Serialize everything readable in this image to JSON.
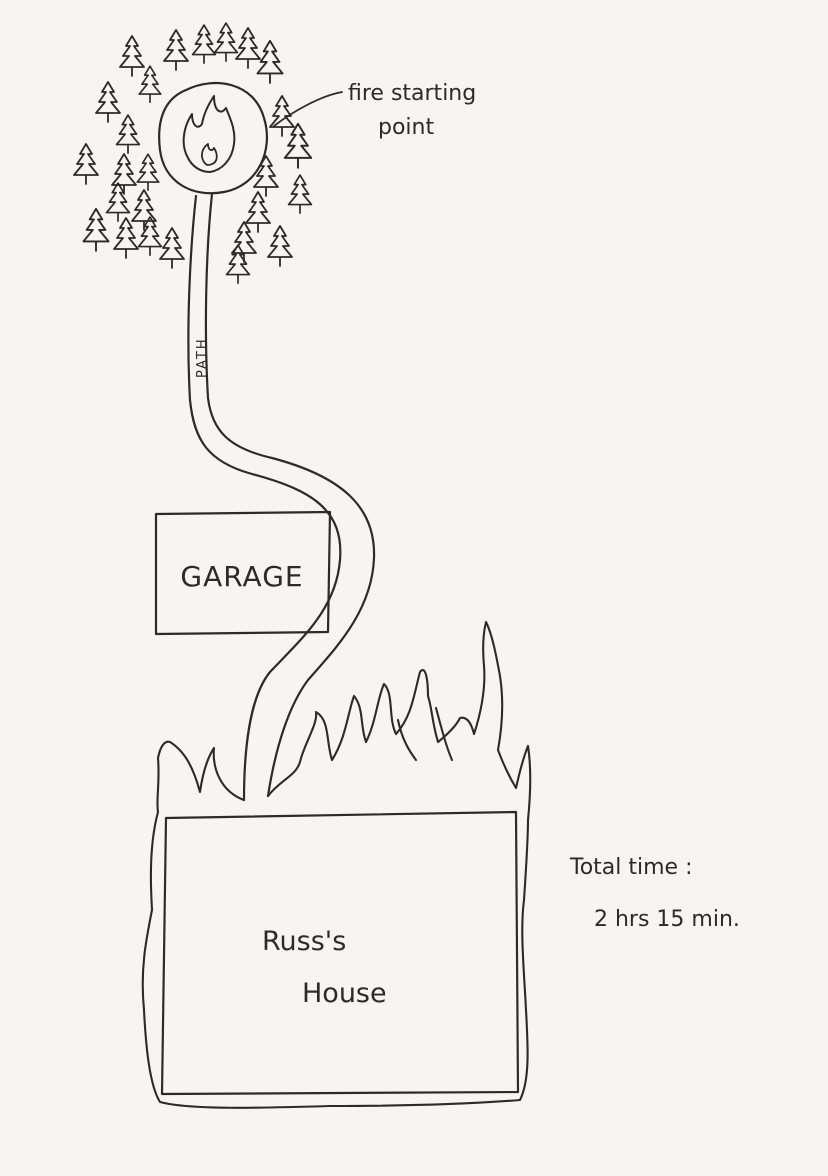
{
  "labels": {
    "fire_start": [
      "fire starting",
      "point"
    ],
    "path": "PATH",
    "garage": "GARAGE",
    "house": [
      "Russ's",
      "House"
    ],
    "total_time": [
      "Total time :",
      "2 hrs 15 min."
    ]
  },
  "colors": {
    "paper": "#f6f5f1",
    "ink": "#2f2a25"
  },
  "icons": [
    "pine-tree-icon",
    "flame-icon"
  ]
}
